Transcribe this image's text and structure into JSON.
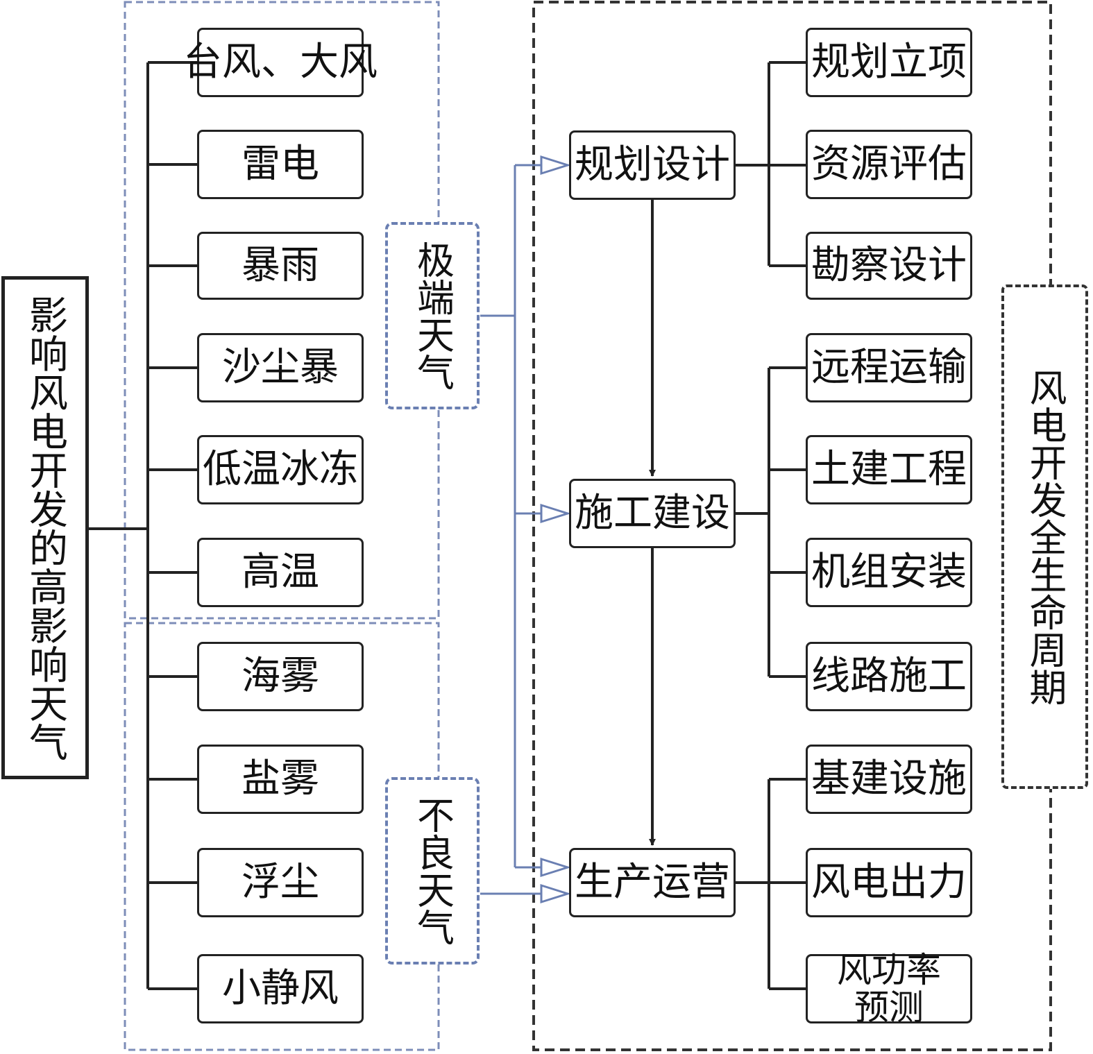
{
  "root_label": "影响风电开发的高影响天气",
  "lifecycle_label": "风电开发全生命周期",
  "extreme_weather": {
    "label": "极端天气",
    "items": [
      "台风、大风",
      "雷电",
      "暴雨",
      "沙尘暴",
      "低温冰冻",
      "高温"
    ]
  },
  "adverse_weather": {
    "label": "不良天气",
    "items": [
      "海雾",
      "盐雾",
      "浮尘",
      "小静风"
    ]
  },
  "stages": [
    {
      "label": "规划设计",
      "children": [
        "规划立项",
        "资源评估",
        "勘察设计"
      ]
    },
    {
      "label": "施工建设",
      "children": [
        "远程运输",
        "土建工程",
        "机组安装",
        "线路施工"
      ]
    },
    {
      "label": "生产运营",
      "children": [
        "基建设施",
        "风电出力",
        "风功率预测"
      ]
    }
  ]
}
